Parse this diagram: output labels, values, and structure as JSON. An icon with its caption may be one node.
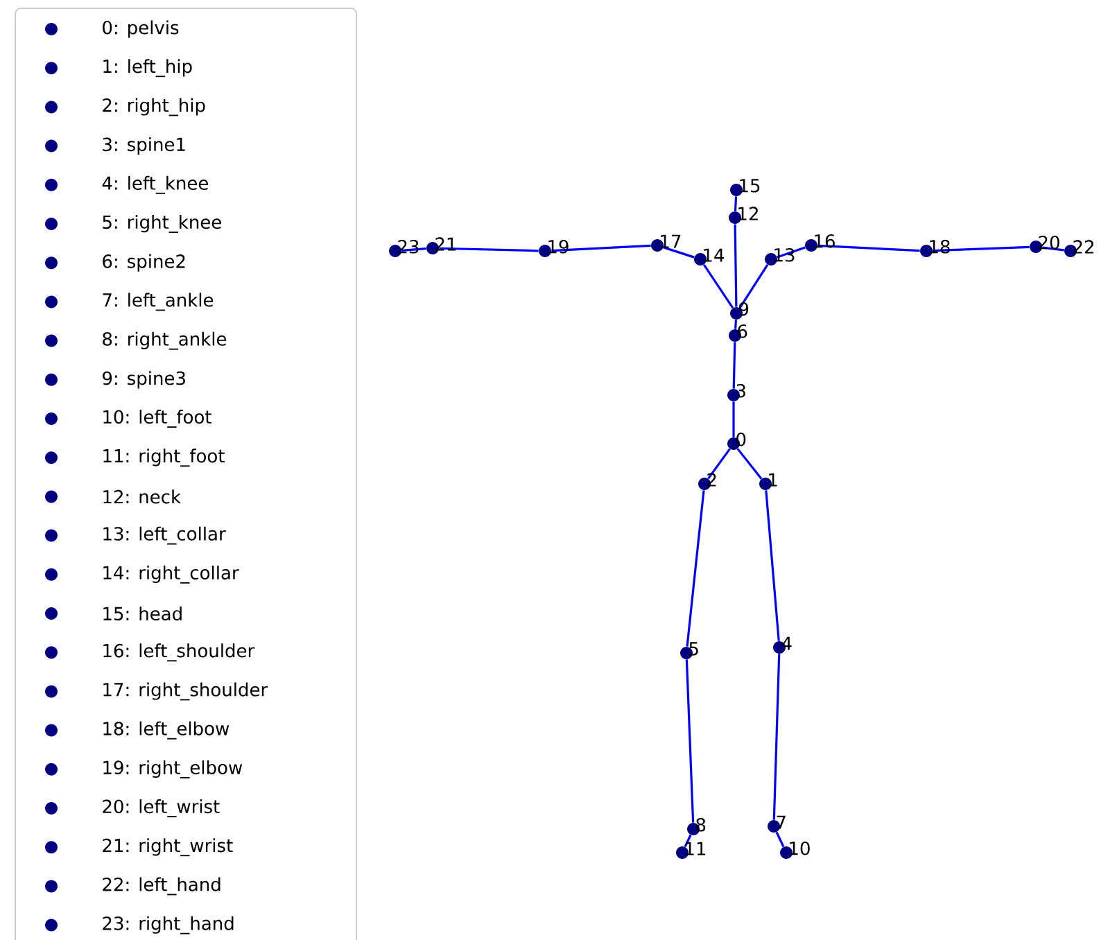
{
  "diagram": {
    "nodes": [
      {
        "text": [
          "0"
        ]
      },
      {
        "text": [
          "1"
        ]
      },
      {
        "text": [
          "2"
        ]
      },
      {
        "text": [
          "3"
        ]
      },
      {
        "text": [
          "4"
        ]
      },
      {
        "text": [
          "5"
        ]
      },
      {
        "text": [
          "6"
        ]
      },
      {
        "text": [
          "7"
        ]
      },
      {
        "text": [
          "8"
        ]
      },
      {
        "text": [
          "9"
        ]
      },
      {
        "text": [
          "10"
        ]
      },
      {
        "text": [
          "11"
        ]
      },
      {
        "text": [
          "12"
        ]
      },
      {
        "text": [
          "13"
        ]
      },
      {
        "text": [
          "14"
        ]
      },
      {
        "text": [
          "15"
        ]
      },
      {
        "text": [
          "16"
        ]
      },
      {
        "text": [
          "17"
        ]
      },
      {
        "text": [
          "18"
        ]
      },
      {
        "text": [
          "19"
        ]
      },
      {
        "text": [
          "20"
        ]
      },
      {
        "text": [
          "21"
        ]
      },
      {
        "text": [
          "22"
        ]
      },
      {
        "text": [
          "23"
        ]
      }
    ],
    "edges": [
      {
        "from": 0,
        "to": 1,
        "arrow": "none"
      },
      {
        "from": 0,
        "to": 2,
        "arrow": "none"
      },
      {
        "from": 0,
        "to": 3,
        "arrow": "none"
      },
      {
        "from": 1,
        "to": 4,
        "arrow": "none"
      },
      {
        "from": 2,
        "to": 5,
        "arrow": "none"
      },
      {
        "from": 3,
        "to": 6,
        "arrow": "none"
      },
      {
        "from": 4,
        "to": 7,
        "arrow": "none"
      },
      {
        "from": 5,
        "to": 8,
        "arrow": "none"
      },
      {
        "from": 6,
        "to": 9,
        "arrow": "none"
      },
      {
        "from": 7,
        "to": 10,
        "arrow": "none"
      },
      {
        "from": 8,
        "to": 11,
        "arrow": "none"
      },
      {
        "from": 9,
        "to": 12,
        "arrow": "none"
      },
      {
        "from": 9,
        "to": 13,
        "arrow": "none"
      },
      {
        "from": 9,
        "to": 14,
        "arrow": "none"
      },
      {
        "from": 12,
        "to": 15,
        "arrow": "none"
      },
      {
        "from": 13,
        "to": 16,
        "arrow": "none"
      },
      {
        "from": 14,
        "to": 17,
        "arrow": "none"
      },
      {
        "from": 16,
        "to": 18,
        "arrow": "none"
      },
      {
        "from": 17,
        "to": 19,
        "arrow": "none"
      },
      {
        "from": 18,
        "to": 20,
        "arrow": "none"
      },
      {
        "from": 19,
        "to": 21,
        "arrow": "none"
      },
      {
        "from": 20,
        "to": 22,
        "arrow": "none"
      },
      {
        "from": 21,
        "to": 23,
        "arrow": "none"
      }
    ],
    "legend": [
      {
        "text": "0: pelvis",
        "color": "#000080"
      },
      {
        "text": "1: left_hip",
        "color": "#000080"
      },
      {
        "text": "2: right_hip",
        "color": "#000080"
      },
      {
        "text": "3: spine1",
        "color": "#000080"
      },
      {
        "text": "4: left_knee",
        "color": "#000080"
      },
      {
        "text": "5: right_knee",
        "color": "#000080"
      },
      {
        "text": "6: spine2",
        "color": "#000080"
      },
      {
        "text": "7: left_ankle",
        "color": "#000080"
      },
      {
        "text": "8: right_ankle",
        "color": "#000080"
      },
      {
        "text": "9: spine3",
        "color": "#000080"
      },
      {
        "text": "10: left_foot",
        "color": "#000080"
      },
      {
        "text": "11: right_foot",
        "color": "#000080"
      },
      {
        "text": "12: neck",
        "color": "#000080"
      },
      {
        "text": "13: left_collar",
        "color": "#000080"
      },
      {
        "text": "14: right_collar",
        "color": "#000080"
      },
      {
        "text": "15: head",
        "color": "#000080"
      },
      {
        "text": "16: left_shoulder",
        "color": "#000080"
      },
      {
        "text": "17: right_shoulder",
        "color": "#000080"
      },
      {
        "text": "18: left_elbow",
        "color": "#000080"
      },
      {
        "text": "19: right_elbow",
        "color": "#000080"
      },
      {
        "text": "20: left_wrist",
        "color": "#000080"
      },
      {
        "text": "21: right_wrist",
        "color": "#000080"
      },
      {
        "text": "22: left_hand",
        "color": "#000080"
      },
      {
        "text": "23: right_hand",
        "color": "#000080"
      }
    ]
  }
}
